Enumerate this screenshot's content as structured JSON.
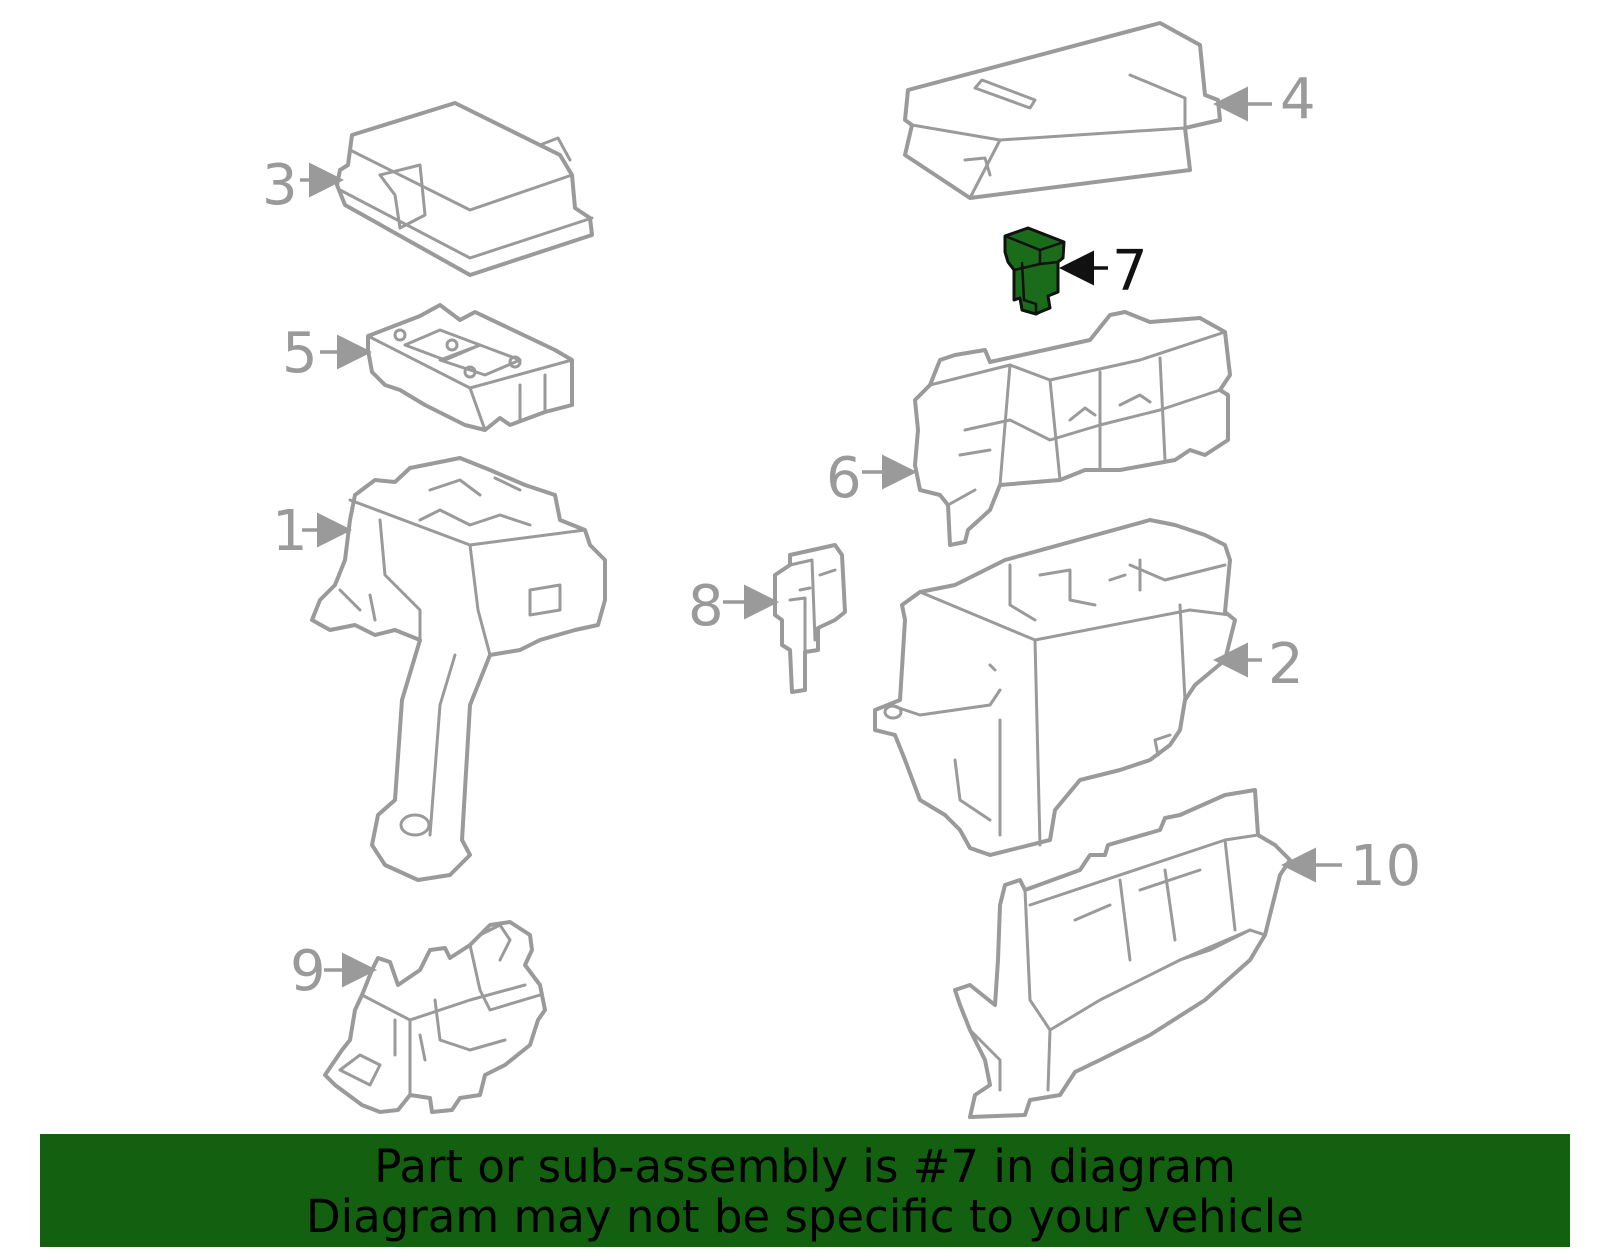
{
  "callouts": {
    "c1": "1",
    "c2": "2",
    "c3": "3",
    "c4": "4",
    "c5": "5",
    "c6": "6",
    "c7": "7",
    "c8": "8",
    "c9": "9",
    "c10": "10"
  },
  "highlighted_part": "7",
  "colors": {
    "line": "#9a9a9a",
    "highlight_fill": "#1a6b1a",
    "banner": "#126010",
    "callout_highlight": "#111111"
  },
  "banner": {
    "line1": "Part or sub-assembly is #7 in diagram",
    "line2": "Diagram may not be specific to your vehicle"
  }
}
